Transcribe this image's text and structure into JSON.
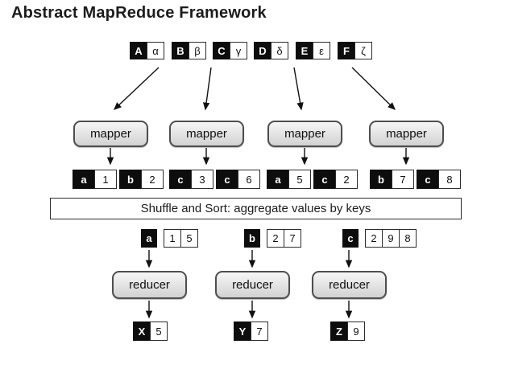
{
  "title": "Abstract MapReduce Framework",
  "colors": {
    "background": "#ffffff",
    "key_cell": "#0d0d0d",
    "value_cell": "#ffffff",
    "box_fill_top": "#f6f6f6",
    "box_fill_bottom": "#d2d2d2",
    "box_border": "#4e4e4e",
    "text": "#111111"
  },
  "input_pairs": [
    {
      "key": "A",
      "value": "α"
    },
    {
      "key": "B",
      "value": "β"
    },
    {
      "key": "C",
      "value": "γ"
    },
    {
      "key": "D",
      "value": "δ"
    },
    {
      "key": "E",
      "value": "ε"
    },
    {
      "key": "F",
      "value": "ζ"
    }
  ],
  "mappers": [
    "mapper",
    "mapper",
    "mapper",
    "mapper"
  ],
  "mapper_outputs": [
    [
      {
        "key": "a",
        "value": "1"
      },
      {
        "key": "b",
        "value": "2"
      }
    ],
    [
      {
        "key": "c",
        "value": "3"
      },
      {
        "key": "c",
        "value": "6"
      }
    ],
    [
      {
        "key": "a",
        "value": "5"
      },
      {
        "key": "c",
        "value": "2"
      }
    ],
    [
      {
        "key": "b",
        "value": "7"
      },
      {
        "key": "c",
        "value": "8"
      }
    ]
  ],
  "shuffle": {
    "label": "Shuffle and Sort: aggregate values by keys"
  },
  "groups": [
    {
      "key": "a",
      "values": [
        "1",
        "5"
      ]
    },
    {
      "key": "b",
      "values": [
        "2",
        "7"
      ]
    },
    {
      "key": "c",
      "values": [
        "2",
        "9",
        "8"
      ]
    }
  ],
  "reducers": [
    "reducer",
    "reducer",
    "reducer"
  ],
  "outputs": [
    {
      "key": "X",
      "value": "5"
    },
    {
      "key": "Y",
      "value": "7"
    },
    {
      "key": "Z",
      "value": "9"
    }
  ]
}
